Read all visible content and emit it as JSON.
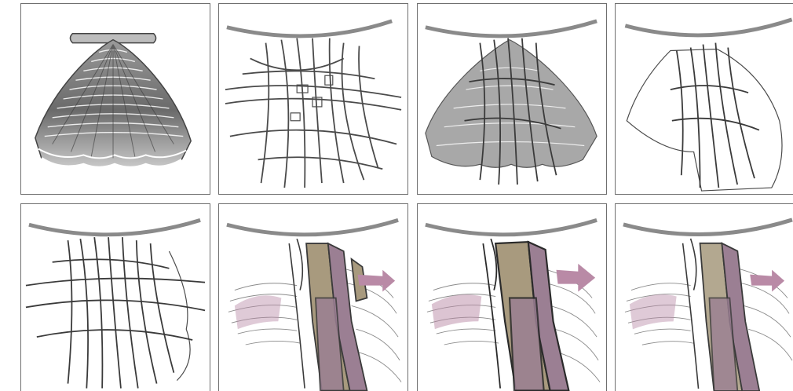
{
  "figure": {
    "panels": [
      {
        "id": "p1",
        "name": "scallop-shell-base",
        "layers": [
          "shell",
          "ridges"
        ]
      },
      {
        "id": "p2",
        "name": "street-network",
        "layers": [
          "arc",
          "streets"
        ]
      },
      {
        "id": "p3",
        "name": "shell-street-overlay",
        "layers": [
          "shell",
          "ridges",
          "arc",
          "streets"
        ]
      },
      {
        "id": "p4",
        "name": "district-outline-streets",
        "layers": [
          "arc",
          "outline",
          "streets"
        ]
      },
      {
        "id": "p5",
        "name": "street-network-dense",
        "layers": [
          "arc",
          "streets",
          "outline"
        ]
      },
      {
        "id": "p6",
        "name": "terraced-blocks-variant-1",
        "layers": [
          "arc",
          "contours",
          "blocks",
          "streets"
        ]
      },
      {
        "id": "p7",
        "name": "terraced-blocks-variant-2",
        "layers": [
          "arc",
          "contours",
          "blocks",
          "streets"
        ]
      },
      {
        "id": "p8",
        "name": "terraced-blocks-variant-3",
        "layers": [
          "arc",
          "contours",
          "blocks",
          "streets"
        ]
      }
    ],
    "colors": {
      "line": "#4a4a4a",
      "shell_dark": "#6a6a6a",
      "shell_light": "#cfcfcf",
      "block_tan": "#a89a7e",
      "block_mauve": "#9b7f93",
      "arrow_mauve": "#b98aa6",
      "contour": "#8a8a8a"
    }
  }
}
